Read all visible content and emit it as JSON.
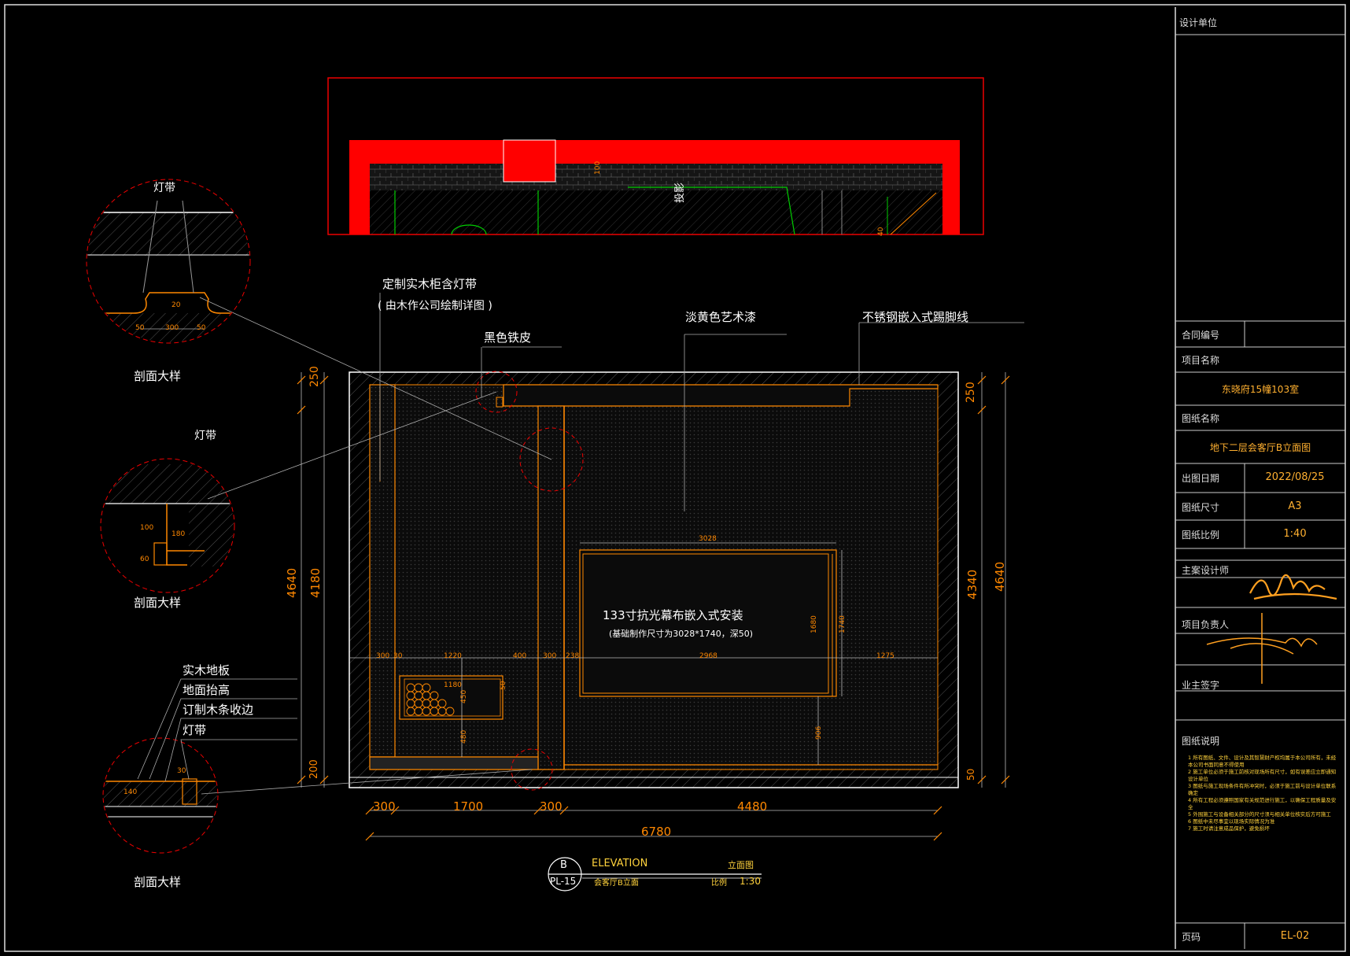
{
  "drawing": {
    "callouts": {
      "wood_cabinet_light": "定制实木柜含灯带",
      "wood_cabinet_note": "( 由木作公司绘制详图 )",
      "black_iron": "黑色铁皮",
      "art_paint": "淡黄色艺术漆",
      "steel_skirting": "不锈钢嵌入式踢脚线",
      "screen": "133寸抗光幕布嵌入式安装",
      "screen_note": "(基础制作尺寸为3028*1740，深50)"
    },
    "floor_layers": [
      "实木地板",
      "地面抬高",
      "订制木条收边",
      "灯带"
    ],
    "details": {
      "light_strip_1": "灯带",
      "light_strip_2": "灯带",
      "section_1": "剖面大样",
      "section_2": "剖面大样",
      "section_3": "剖面大样",
      "d1_dims": [
        "50",
        "300",
        "50",
        "20"
      ],
      "d2_dims": [
        "100",
        "180",
        "60"
      ],
      "d3_dims": [
        "140",
        "30"
      ]
    },
    "plan_label": "投影",
    "plan_dims": [
      "100",
      "40"
    ],
    "dims": {
      "left_top": "250",
      "left_total": "4640",
      "left_mid": "4180",
      "left_bottom": "200",
      "right_top": "250",
      "right_mid": "4340",
      "right_total": "4640",
      "right_bottom": "50",
      "bottom_segments": [
        "300",
        "1700",
        "300",
        "4480"
      ],
      "bottom_total": "6780",
      "inner_row": [
        "300",
        "30",
        "1220",
        "400",
        "300",
        "238",
        "2968",
        "1275"
      ],
      "screen_width": "3028",
      "screen_h1": "1680",
      "screen_h2": "1740",
      "screen_bottom": "906",
      "shelf_w": "1180",
      "shelf_h": "450",
      "shelf_side": "50",
      "shelf_bottom": "480"
    },
    "label": {
      "letter": "B",
      "sheet_ref": "PL-15",
      "elevation": "ELEVATION",
      "cn_title": "立面图",
      "subtitle": "会客厅B立面",
      "scale_label": "比例",
      "scale": "1:30"
    }
  },
  "title_block": {
    "design_unit": "设计单位",
    "contract_no_label": "合同编号",
    "project_name_label": "项目名称",
    "project_name": "东晓府15幢103室",
    "drawing_name_label": "图纸名称",
    "drawing_name": "地下二层会客厅B立面图",
    "date_label": "出图日期",
    "date": "2022/08/25",
    "size_label": "图纸尺寸",
    "size": "A3",
    "scale_label": "图纸比例",
    "scale": "1:40",
    "designer_label": "主案设计师",
    "lead_label": "项目负责人",
    "owner_label": "业主签字",
    "notes_label": "图纸说明",
    "notes": [
      "1 所有图纸、文件、设计及其智慧财产权均属于本公司所有，未经本公司书面同意不得使用",
      "2 施工单位必须于施工前核对现场所有尺寸，如有误差应立即通知设计单位",
      "3 图纸与施工现场条件有所冲突时，必须于施工前与设计单位联系确定",
      "4 所有工程必须遵照国家有关规范进行施工，以确保工程质量及安全",
      "5 外围施工与设备相关部分的尺寸须与相关单位核实后方可施工",
      "6 图纸中未尽事宜以现场实际情况为准",
      "7 施工时请注意成品保护，避免损坏"
    ],
    "page_label": "页码",
    "page": "EL-02"
  }
}
